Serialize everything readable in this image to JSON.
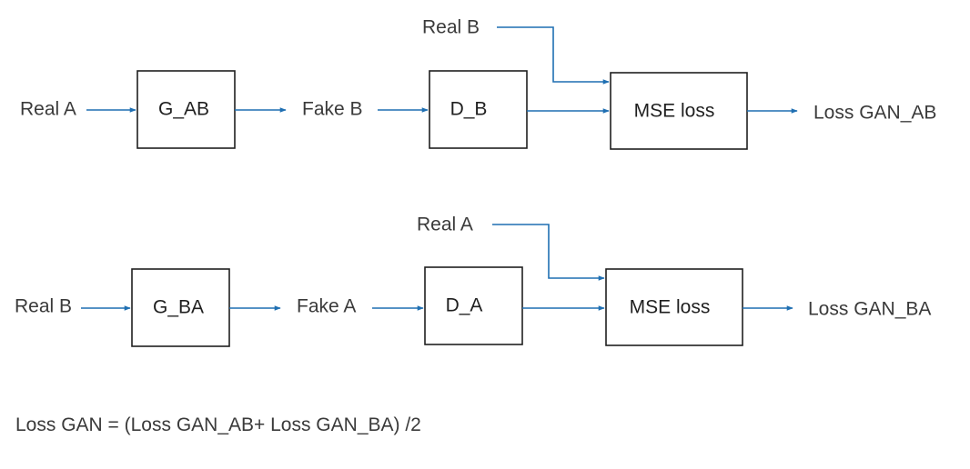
{
  "colors": {
    "arrow": "#1f6fb2",
    "box_stroke": "#1f1f1f",
    "text": "#3a3a3a"
  },
  "row_ab": {
    "input_label": "Real A",
    "generator": "G_AB",
    "fake_label": "Fake B",
    "discriminator": "D_B",
    "real_label": "Real B",
    "loss_box": "MSE loss",
    "output_label": "Loss GAN_AB"
  },
  "row_ba": {
    "input_label": "Real B",
    "generator": "G_BA",
    "fake_label": "Fake A",
    "discriminator": "D_A",
    "real_label": "Real A",
    "loss_box": "MSE loss",
    "output_label": "Loss GAN_BA"
  },
  "formula": "Loss GAN = (Loss GAN_AB+ Loss GAN_BA) /2"
}
